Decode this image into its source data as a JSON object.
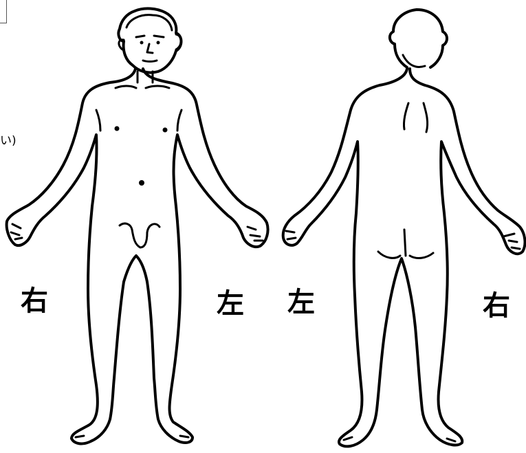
{
  "labels": {
    "front_right": "右",
    "front_left": "左",
    "back_left": "左",
    "back_right": "右",
    "edge_fragment": "い)"
  }
}
